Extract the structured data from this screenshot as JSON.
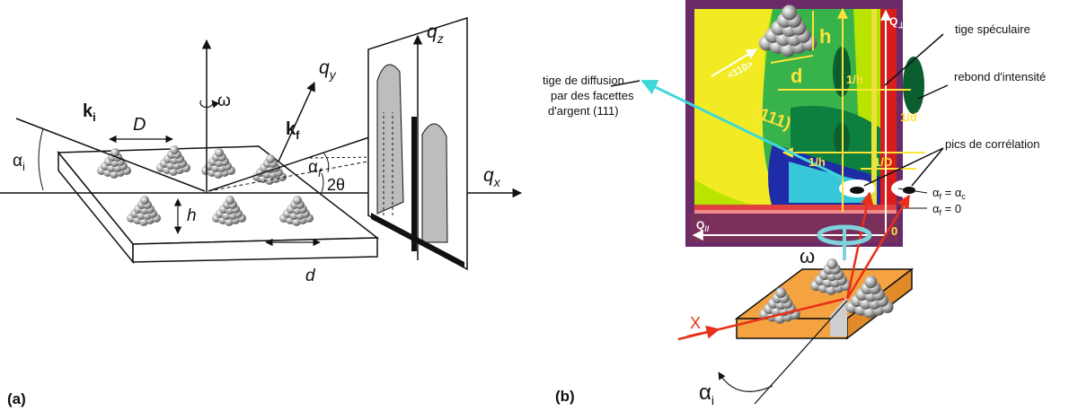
{
  "panel_a": {
    "tag": "(a)",
    "labels": {
      "ki": "k",
      "ki_sub": "i",
      "kf": "k",
      "kf_sub": "f",
      "D": "D",
      "h": "h",
      "d": "d",
      "omega": "ω",
      "alpha_i": "α",
      "alpha_i_sub": "i",
      "alpha_f": "α",
      "alpha_f_sub": "f",
      "two_theta": "2θ",
      "qx": "q",
      "qx_sub": "x",
      "qy": "q",
      "qy_sub": "y",
      "qz": "q",
      "qz_sub": "z"
    }
  },
  "panel_b": {
    "tag": "(b)",
    "map_labels": {
      "dir_110": "<110>",
      "h": "h",
      "d": "d",
      "inv_h_top": "1/h",
      "facet_111": "(111)",
      "inv_d": "1/d",
      "inv_h_mid": "1/h",
      "inv_D": "1/D",
      "q_perp": "Q",
      "q_perp_sub": "⊥",
      "q_par": "Q",
      "q_par_sub": "//",
      "zero": "0"
    },
    "annotations": {
      "diffusion_line1": "tige de diffusion",
      "diffusion_line2": "par des facettes",
      "diffusion_line3": "d'argent (111)",
      "specular": "tige spéculaire",
      "rebound": "rebond d'intensité",
      "correlation": "pics de corrélation",
      "alpha_fc": "α",
      "alpha_fc_sub1": "f",
      "alpha_fc_eq": " = α",
      "alpha_fc_sub2": "c",
      "alpha_f0": "α",
      "alpha_f0_sub": "f",
      "alpha_f0_eq": " = 0"
    },
    "beam_labels": {
      "x": "X",
      "omega": "ω",
      "alpha_i": "α",
      "alpha_i_sub": "i"
    },
    "colors": {
      "map_background": "#b8e400",
      "substrate": "#f5a340",
      "beam": "#e8301a",
      "diffusion_arrow": "#3fd8d8",
      "label_yellow": "#ffe23a"
    }
  }
}
